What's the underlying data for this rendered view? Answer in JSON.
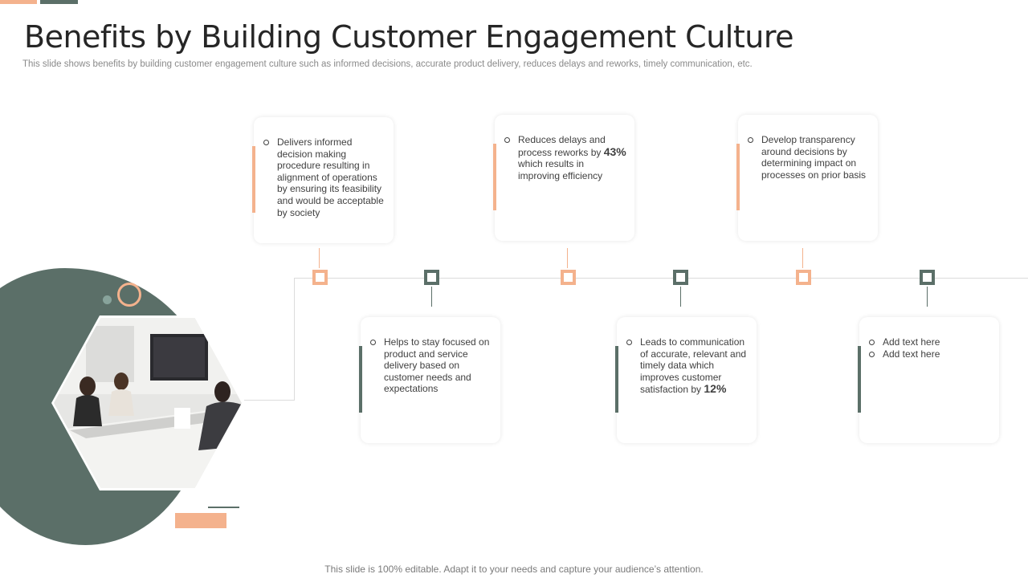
{
  "slide": {
    "title": "Benefits by Building Customer Engagement Culture",
    "subtitle": "This slide shows benefits by building customer engagement culture such as informed decisions, accurate product delivery, reduces delays and reworks, timely communication, etc.",
    "footer": "This slide is 100% editable. Adapt it to your needs and capture your audience’s attention."
  },
  "colors": {
    "orange": "#f4b28d",
    "green": "#5b6f68",
    "line": "#dcdcdc"
  },
  "cards": [
    {
      "position": "top",
      "accent": "orange",
      "items": [
        "Delivers informed decision making procedure resulting in alignment of operations by ensuring its feasibility and would be acceptable by society"
      ]
    },
    {
      "position": "bottom",
      "accent": "green",
      "items": [
        "Helps to stay focused on product and service delivery based on customer needs and expectations"
      ]
    },
    {
      "position": "top",
      "accent": "orange",
      "items": [
        {
          "text": "Reduces delays and process reworks by ",
          "highlight": "43%",
          "after": " which results in improving efficiency"
        }
      ]
    },
    {
      "position": "bottom",
      "accent": "green",
      "items": [
        {
          "text": "Leads to communication of accurate, relevant and timely data which improves customer satisfaction by ",
          "highlight": "12%",
          "after": ""
        }
      ]
    },
    {
      "position": "top",
      "accent": "orange",
      "items": [
        "Develop transparency around decisions by determining impact on processes on prior basis"
      ]
    },
    {
      "position": "bottom",
      "accent": "green",
      "items": [
        "Add text here",
        "Add text here"
      ]
    }
  ]
}
